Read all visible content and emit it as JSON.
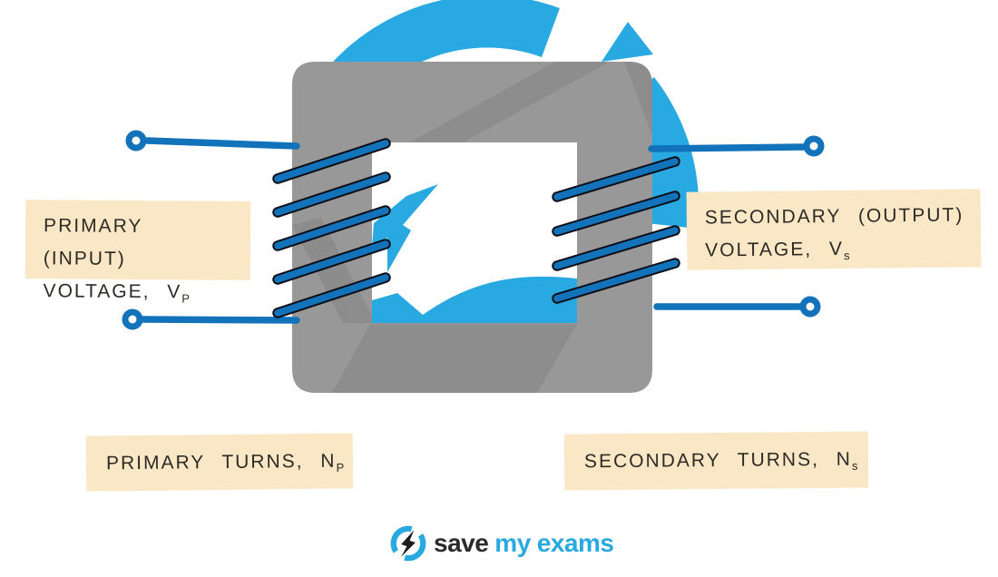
{
  "diagram": {
    "type": "transformer-diagram",
    "labels": {
      "primary_voltage": {
        "line1": "PRIMARY (INPUT)",
        "line2": "VOLTAGE, V",
        "line2_sub": "P"
      },
      "secondary_voltage": {
        "line1": "SECONDARY (OUTPUT)",
        "line2": "VOLTAGE, V",
        "line2_sub": "s"
      },
      "primary_turns": {
        "line": "PRIMARY TURNS, N",
        "sub": "P"
      },
      "secondary_turns": {
        "line": "SECONDARY TURNS, N",
        "sub": "s"
      }
    },
    "components": {
      "core": "laminated-iron-core",
      "primary_coil_turns_drawn": 5,
      "secondary_coil_turns_drawn": 4,
      "watermark_icon": "savemyexams-circular-arrow-lightning-watermark"
    }
  },
  "footer": {
    "icon": "savemyexams-lightning-circle-icon",
    "brand_save": "save",
    "brand_my": "my",
    "brand_exams": "exams"
  },
  "colors": {
    "watermark_light_blue": "#29a9e1",
    "wire_blue": "#1272ba",
    "coil_outline": "#0d0d16",
    "core_gray": "#999899",
    "label_background_cream": "#fae7c6",
    "label_text_dark": "#2d2a26",
    "logo_dark_text": "#2b2b2b"
  }
}
